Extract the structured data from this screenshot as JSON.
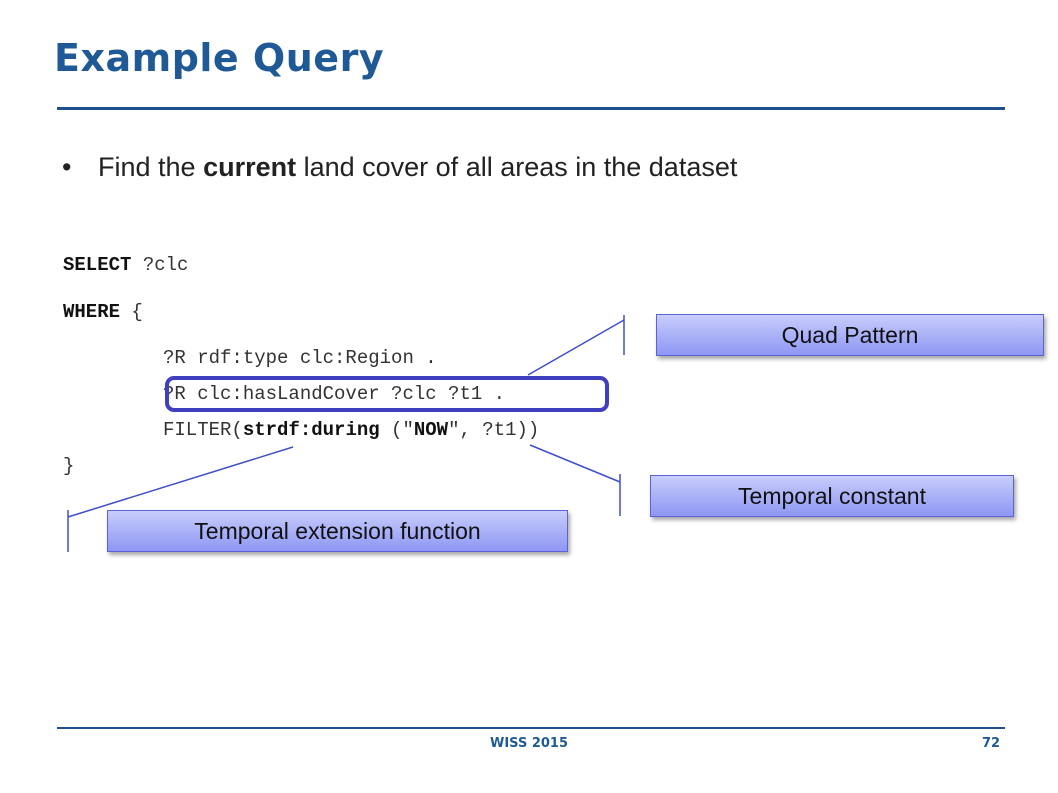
{
  "slide": {
    "title": "Example Query",
    "bullet": {
      "marker": "•",
      "prefix": "Find the ",
      "emphasis": "current",
      "suffix": " land cover of all areas in the dataset"
    },
    "code": {
      "line1_kw": "SELECT",
      "line1_rest": " ?clc",
      "line2_kw": "WHERE",
      "line2_rest": " {",
      "line3": "?R rdf:type clc:Region .",
      "line4": "?R clc:hasLandCover ?clc ?t1 .",
      "line5_a": "FILTER(",
      "line5_fn": "strdf:during",
      "line5_b": " (\"",
      "line5_now": "NOW",
      "line5_c": "\", ?t1))",
      "line6": "}"
    },
    "callouts": {
      "quad": "Quad Pattern",
      "temporal_constant": "Temporal constant",
      "temporal_extension": "Temporal extension function"
    },
    "footer": {
      "event": "WISS 2015",
      "page": "72"
    }
  },
  "colors": {
    "title": "#1f5a96",
    "rule": "#1f4e8c",
    "highlight": "#3f3fc0",
    "callout_top": "#c8cdfb",
    "callout_bottom": "#8e97f4"
  }
}
